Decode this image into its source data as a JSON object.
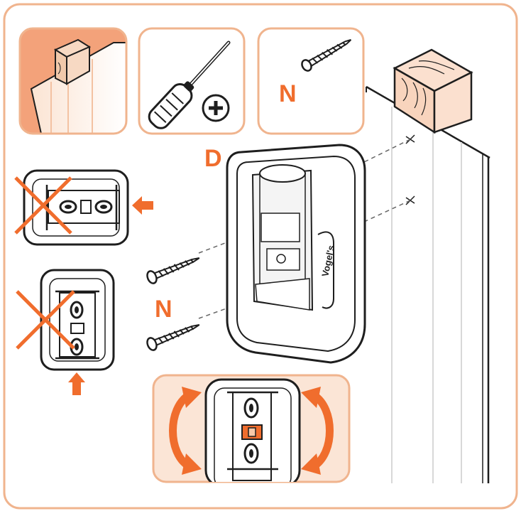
{
  "labels": {
    "screw_tile": "N",
    "bracket": "D",
    "screws": "N"
  },
  "bracket_logo": "Vogel's",
  "colors": {
    "accent": "#f06d2d",
    "accent_light": "#f7c9a9",
    "frame": "#f0b48e",
    "ink": "#1e1e1e"
  },
  "icons": {
    "material": "wood-board-icon",
    "tool": "phillips-screwdriver-icon",
    "screw": "screw-icon",
    "wrong_horizontal": "wrong-orientation-horizontal-icon",
    "wrong_vertical": "wrong-orientation-vertical-icon",
    "rotate": "rotate-arrows-icon"
  }
}
